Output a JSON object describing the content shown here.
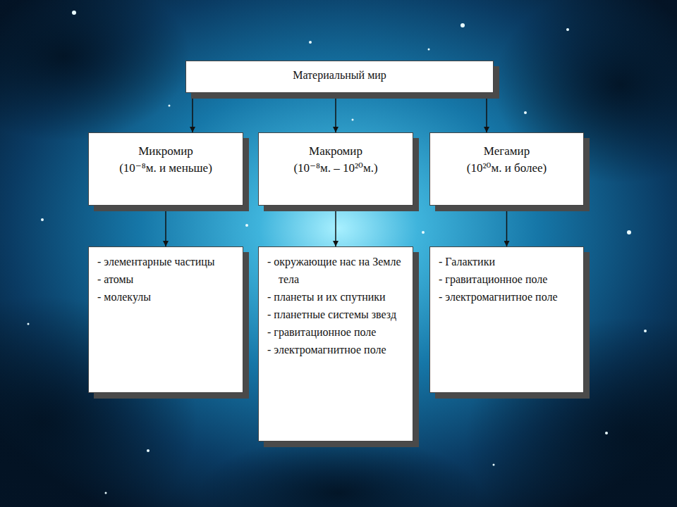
{
  "diagram": {
    "nodes": [
      {
        "text": [
          "Материальный мир"
        ]
      },
      {
        "text": [
          "Микромир",
          "(10⁻⁸м. и меньше)"
        ]
      },
      {
        "text": [
          "Макромир",
          "(10⁻⁸м. – 10²⁰м.)"
        ]
      },
      {
        "text": [
          "Мегамир",
          "(10²⁰м. и более)"
        ]
      },
      {
        "text": [
          "- элементарные частицы",
          "- атомы",
          "- молекулы"
        ]
      },
      {
        "text": [
          "- окружающие нас на Земле тела",
          "- планеты и их спутники",
          "- планетные системы звезд",
          "- гравитационное поле",
          "- электромагнитное поле"
        ]
      },
      {
        "text": [
          "- Галактики",
          "- гравитационное поле",
          "- электромагнитное поле"
        ]
      }
    ],
    "edges": [
      {
        "from": 0,
        "to": 1,
        "arrow": "to"
      },
      {
        "from": 0,
        "to": 2,
        "arrow": "to"
      },
      {
        "from": 0,
        "to": 3,
        "arrow": "to"
      },
      {
        "from": 1,
        "to": 4,
        "arrow": "to"
      },
      {
        "from": 2,
        "to": 5,
        "arrow": "to"
      },
      {
        "from": 3,
        "to": 6,
        "arrow": "to"
      }
    ]
  }
}
